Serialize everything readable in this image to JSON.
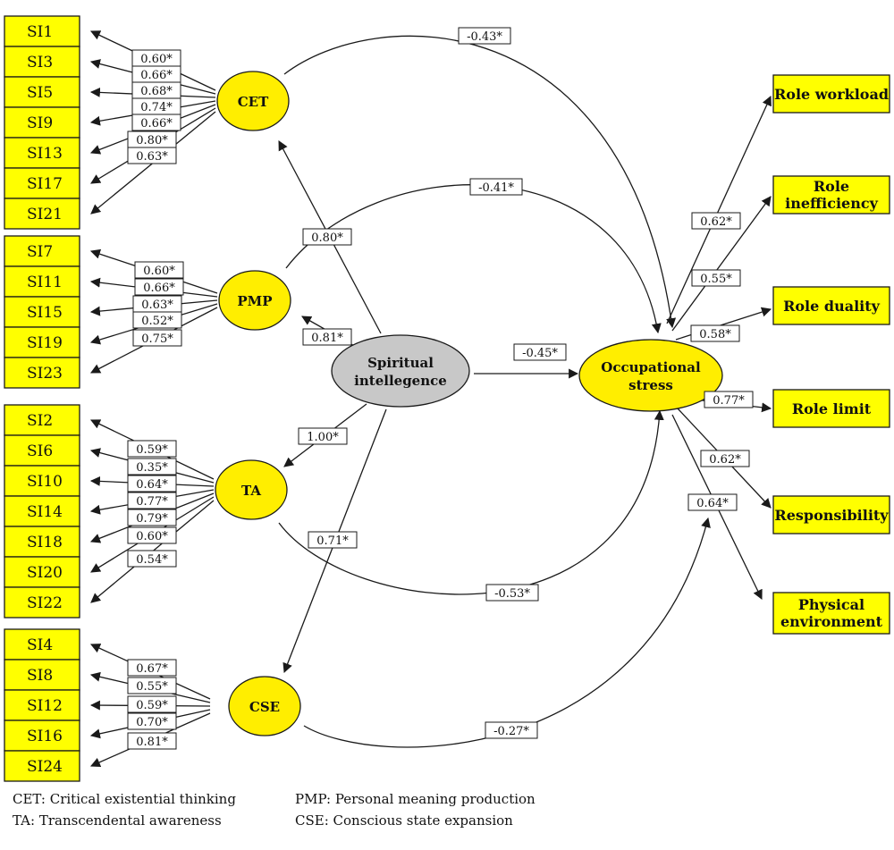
{
  "colors": {
    "indicator_fill": "#ffff00",
    "latent_fill": "#ffee00",
    "central_fill": "#c8c8c8",
    "line": "#1a1a1a"
  },
  "diagram": {
    "central": {
      "label_line1": "Spiritual",
      "label_line2": "intellegence"
    },
    "outcome": {
      "label_line1": "Occupational",
      "label_line2": "stress"
    },
    "latents": [
      {
        "label": "CET"
      },
      {
        "label": "PMP"
      },
      {
        "label": "TA"
      },
      {
        "label": "CSE"
      }
    ],
    "indicators": [
      {
        "group": "CET",
        "items": [
          "SI1",
          "SI3",
          "SI5",
          "SI9",
          "SI13",
          "SI17",
          "SI21"
        ],
        "loadings": [
          "0.60*",
          "0.66*",
          "0.68*",
          "0.74*",
          "0.66*",
          "0.80*",
          "0.63*"
        ]
      },
      {
        "group": "PMP",
        "items": [
          "SI7",
          "SI11",
          "SI15",
          "SI19",
          "SI23"
        ],
        "loadings": [
          "0.60*",
          "0.66*",
          "0.63*",
          "0.52*",
          "0.75*"
        ]
      },
      {
        "group": "TA",
        "items": [
          "SI2",
          "SI6",
          "SI10",
          "SI14",
          "SI18",
          "SI20",
          "SI22"
        ],
        "loadings": [
          "0.59*",
          "0.35*",
          "0.64*",
          "0.77*",
          "0.79*",
          "0.60*",
          "0.54*"
        ]
      },
      {
        "group": "CSE",
        "items": [
          "SI4",
          "SI8",
          "SI12",
          "SI16",
          "SI24"
        ],
        "loadings": [
          "0.67*",
          "0.55*",
          "0.59*",
          "0.70*",
          "0.81*"
        ]
      }
    ],
    "outcome_indicators": [
      {
        "line1": "Role workload",
        "line2": ""
      },
      {
        "line1": "Role",
        "line2": "inefficiency"
      },
      {
        "line1": "Role duality",
        "line2": ""
      },
      {
        "line1": "Role limit",
        "line2": ""
      },
      {
        "line1": "Responsibility",
        "line2": ""
      },
      {
        "line1": "Physical",
        "line2": "environment"
      }
    ],
    "outcome_loadings": [
      "0.62*",
      "0.55*",
      "0.58*",
      "0.77*",
      "0.62*",
      "0.64*"
    ],
    "paths_from_central": [
      "0.80*",
      "0.81*",
      "1.00*",
      "0.71*"
    ],
    "central_to_outcome": "-0.45*",
    "latent_to_outcome": [
      "-0.43*",
      "-0.41*",
      "-0.53*",
      "-0.27*"
    ]
  },
  "legend": {
    "cet": "CET: Critical existential thinking",
    "pmp": "PMP: Personal meaning production",
    "ta": "TA: Transcendental awareness",
    "cse": "CSE: Conscious state expansion"
  }
}
